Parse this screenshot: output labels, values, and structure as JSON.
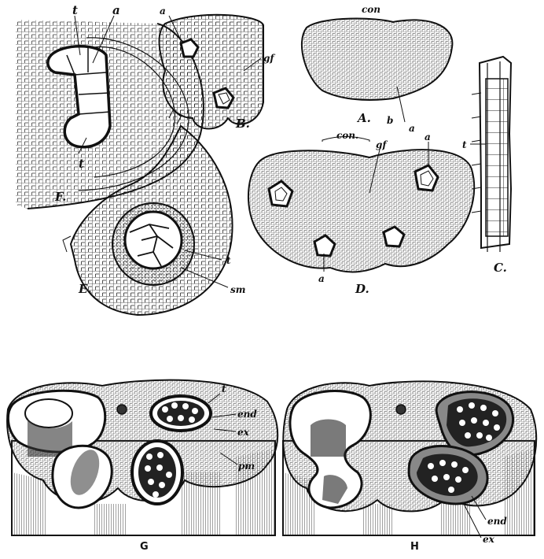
{
  "figure": {
    "panels": [
      {
        "id": "A",
        "label": "A.",
        "parts": [
          "con",
          "b",
          "a"
        ]
      },
      {
        "id": "B",
        "label": "B.",
        "parts": [
          "a",
          "gf"
        ]
      },
      {
        "id": "C",
        "label": "C.",
        "parts": [
          "t"
        ]
      },
      {
        "id": "D",
        "label": "D.",
        "parts": [
          "con.",
          "gf",
          "a",
          "a"
        ]
      },
      {
        "id": "E",
        "label": "E.",
        "parts": [
          "t",
          "sm"
        ]
      },
      {
        "id": "F",
        "label": "F.",
        "parts": [
          "t",
          "a",
          "t"
        ]
      },
      {
        "id": "G",
        "label": "G",
        "parts": [
          "t",
          "end",
          "ex",
          "pm"
        ]
      },
      {
        "id": "H",
        "label": "H",
        "parts": [
          "end",
          "ex"
        ]
      }
    ]
  },
  "colors": {
    "ink": "#111111",
    "paper": "#ffffff",
    "stipple": "#555555"
  }
}
